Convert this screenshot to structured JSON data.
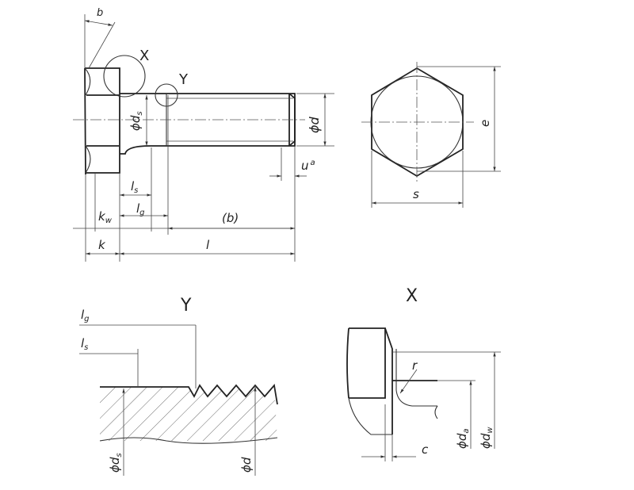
{
  "labels": {
    "b_top": "b",
    "X_detail_mark": "X",
    "Y_detail_mark": "Y",
    "phi_ds": "ϕd",
    "phi_ds_sub": "s",
    "phi_d": "ϕd",
    "u": "u",
    "u_sup": "a",
    "l_s": "l",
    "l_s_sub": "s",
    "k_w": "k",
    "k_w_sub": "w",
    "l_g": "l",
    "l_g_sub": "g",
    "b_paren": "(b)",
    "k": "k",
    "l": "l",
    "e": "e",
    "s": "s",
    "Y_title": "Y",
    "X_title": "X",
    "Y_lg": "l",
    "Y_lg_sub": "g",
    "Y_ls": "l",
    "Y_ls_sub": "s",
    "Y_phi_ds": "ϕd",
    "Y_phi_ds_sub": "s",
    "Y_phi_d": "ϕd",
    "X_r": "r",
    "X_c": "c",
    "X_phi_da": "ϕd",
    "X_phi_da_sub": "a",
    "X_phi_dw": "ϕd",
    "X_phi_dw_sub": "w"
  }
}
